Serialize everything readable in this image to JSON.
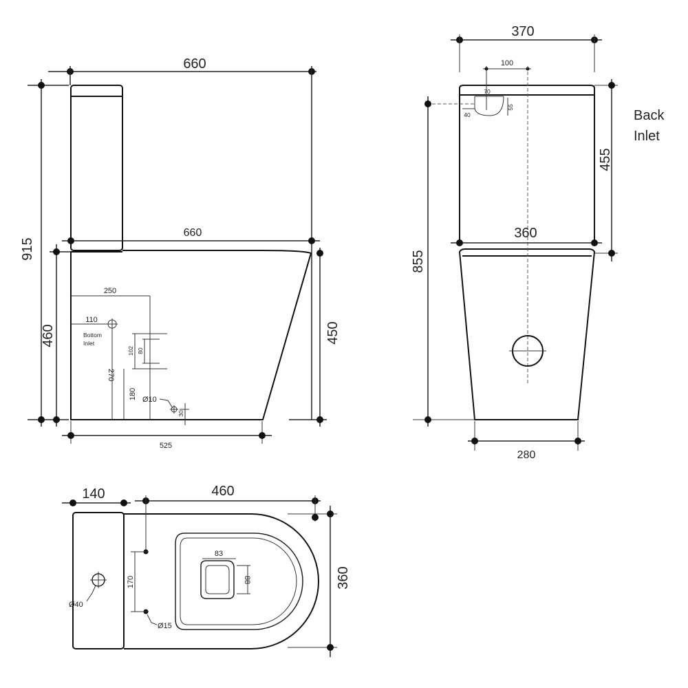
{
  "side_view": {
    "overall_width": "660",
    "cistern_width": "660",
    "overall_height": "915",
    "pan_height_left": "460",
    "pan_height_right": "450",
    "base_depth": "525",
    "inlet_offset": "250",
    "bottom_inlet_x": "110",
    "bottom_inlet_label_1": "Bottom",
    "bottom_inlet_label_2": "Inlet",
    "inlet_height": "270",
    "bolt_height": "180",
    "bracket_span": "102",
    "bracket_inner": "80",
    "fixing_diameter": "Ø10",
    "fixing_rise": "30"
  },
  "front_view": {
    "top_width": "370",
    "inlet_center_offset": "100",
    "inlet_width": "70",
    "inlet_height_mark": "55",
    "inlet_side": "40",
    "back_inlet_label_1": "Back",
    "back_inlet_label_2": "Inlet",
    "cistern_height": "455",
    "inlet_height": "855",
    "cistern_front_width": "360",
    "base_width": "280"
  },
  "plan_view": {
    "cistern_depth": "140",
    "bowl_length": "460",
    "overall_width": "360",
    "outlet_width": "83",
    "outlet_depth": "88",
    "fixing_spacing": "170",
    "inlet_diameter": "Ø40",
    "fixing_diameter": "Ø15"
  }
}
